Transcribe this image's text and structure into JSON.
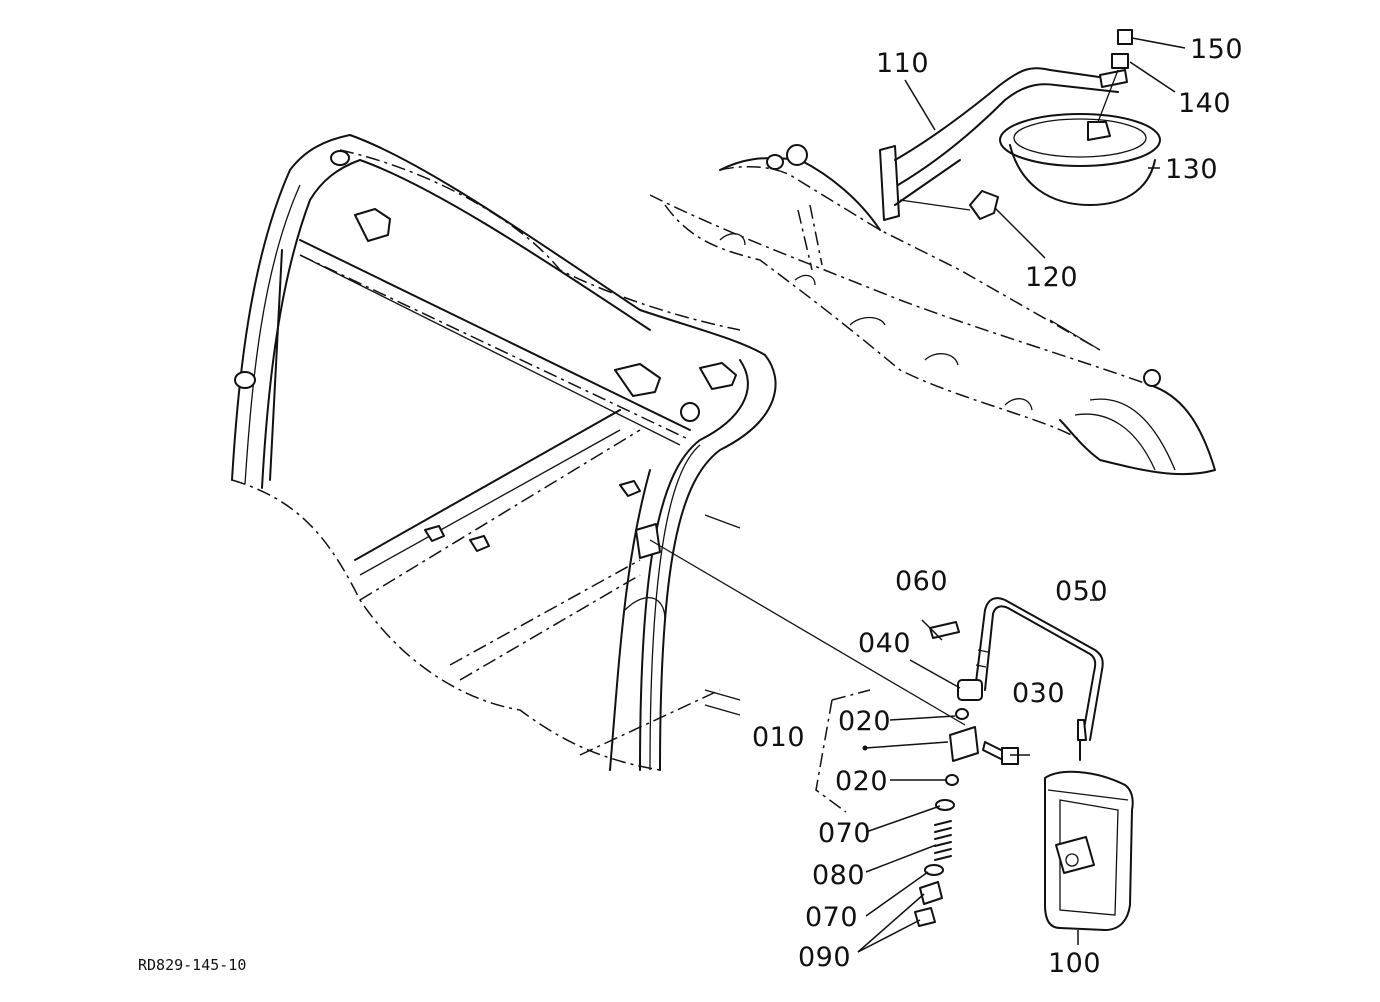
{
  "diagram": {
    "reference_code": "RD829-145-10",
    "callouts": {
      "c010": "010",
      "c020a": "020",
      "c020b": "020",
      "c030": "030",
      "c040": "040",
      "c050": "050",
      "c060": "060",
      "c070a": "070",
      "c070b": "070",
      "c080": "080",
      "c090": "090",
      "c100": "100",
      "c110": "110",
      "c120": "120",
      "c130": "130",
      "c140": "140",
      "c150": "150"
    }
  }
}
